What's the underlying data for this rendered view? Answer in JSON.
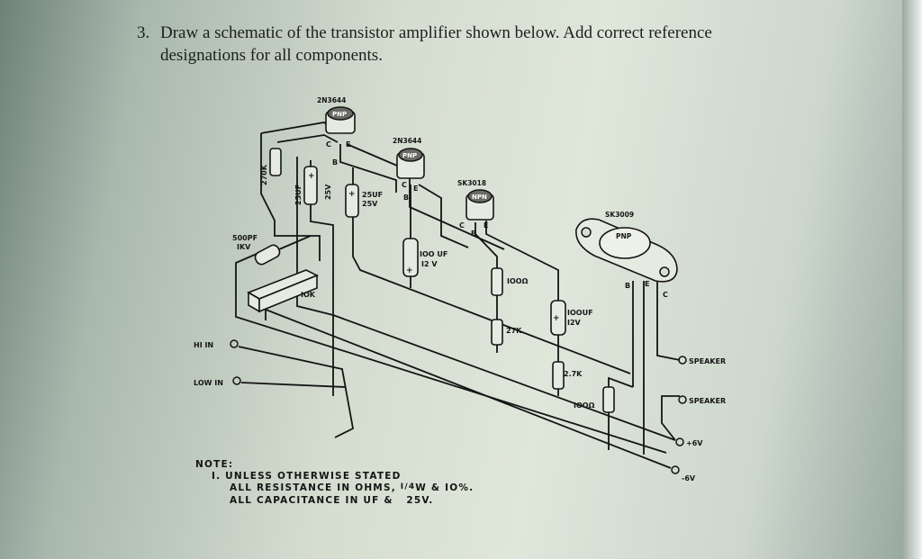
{
  "question": {
    "number": "3.",
    "line1": "Draw a schematic of the transistor amplifier shown below. Add correct reference",
    "line2": "designations for all components."
  },
  "transistors": {
    "q1": {
      "part": "2N3644",
      "type": "PNP",
      "pins": [
        "C",
        "E",
        "B"
      ]
    },
    "q2": {
      "part": "2N3644",
      "type": "PNP",
      "pins": [
        "C",
        "E",
        "B"
      ]
    },
    "q3": {
      "part": "SK3018",
      "type": "NPN",
      "pins": [
        "C",
        "E",
        "B"
      ]
    },
    "q4": {
      "part": "SK3009",
      "type": "PNP",
      "pins": [
        "B",
        "E",
        "C"
      ]
    }
  },
  "components": {
    "r270k": "270K",
    "c25uf": "25UF",
    "c25v": "25V",
    "c25uf_b_value": "25UF",
    "c25uf_b_volt": "25V",
    "c500pf_value": "500PF",
    "c500pf_volt": "IKV",
    "pot": "IOK",
    "c100uf_a_value": "IOO UF",
    "c100uf_a_volt": "I2 V",
    "r100_a": "IOOΩ",
    "r27k": "27K",
    "c100uf_b_value": "IOOUF",
    "c100uf_b_volt": "I2V",
    "r2_7k": "2.7K",
    "r100_b": "IOOΩ"
  },
  "polarity": {
    "plus": "+"
  },
  "terminals": {
    "hi_in": "HI IN",
    "low_in": "LOW IN",
    "speaker1": "SPEAKER",
    "speaker2": "SPEAKER",
    "plus6v": "+6V",
    "minus6v": "-6V"
  },
  "note": {
    "heading": "NOTE:",
    "line1": "I. UNLESS OTHERWISE STATED",
    "line2a": "ALL RESISTANCE IN OHMS,",
    "line2b": "W & IO%.",
    "fraction": "I/4",
    "line3a": "ALL CAPACITANCE IN UF &",
    "line3b": "25V."
  }
}
